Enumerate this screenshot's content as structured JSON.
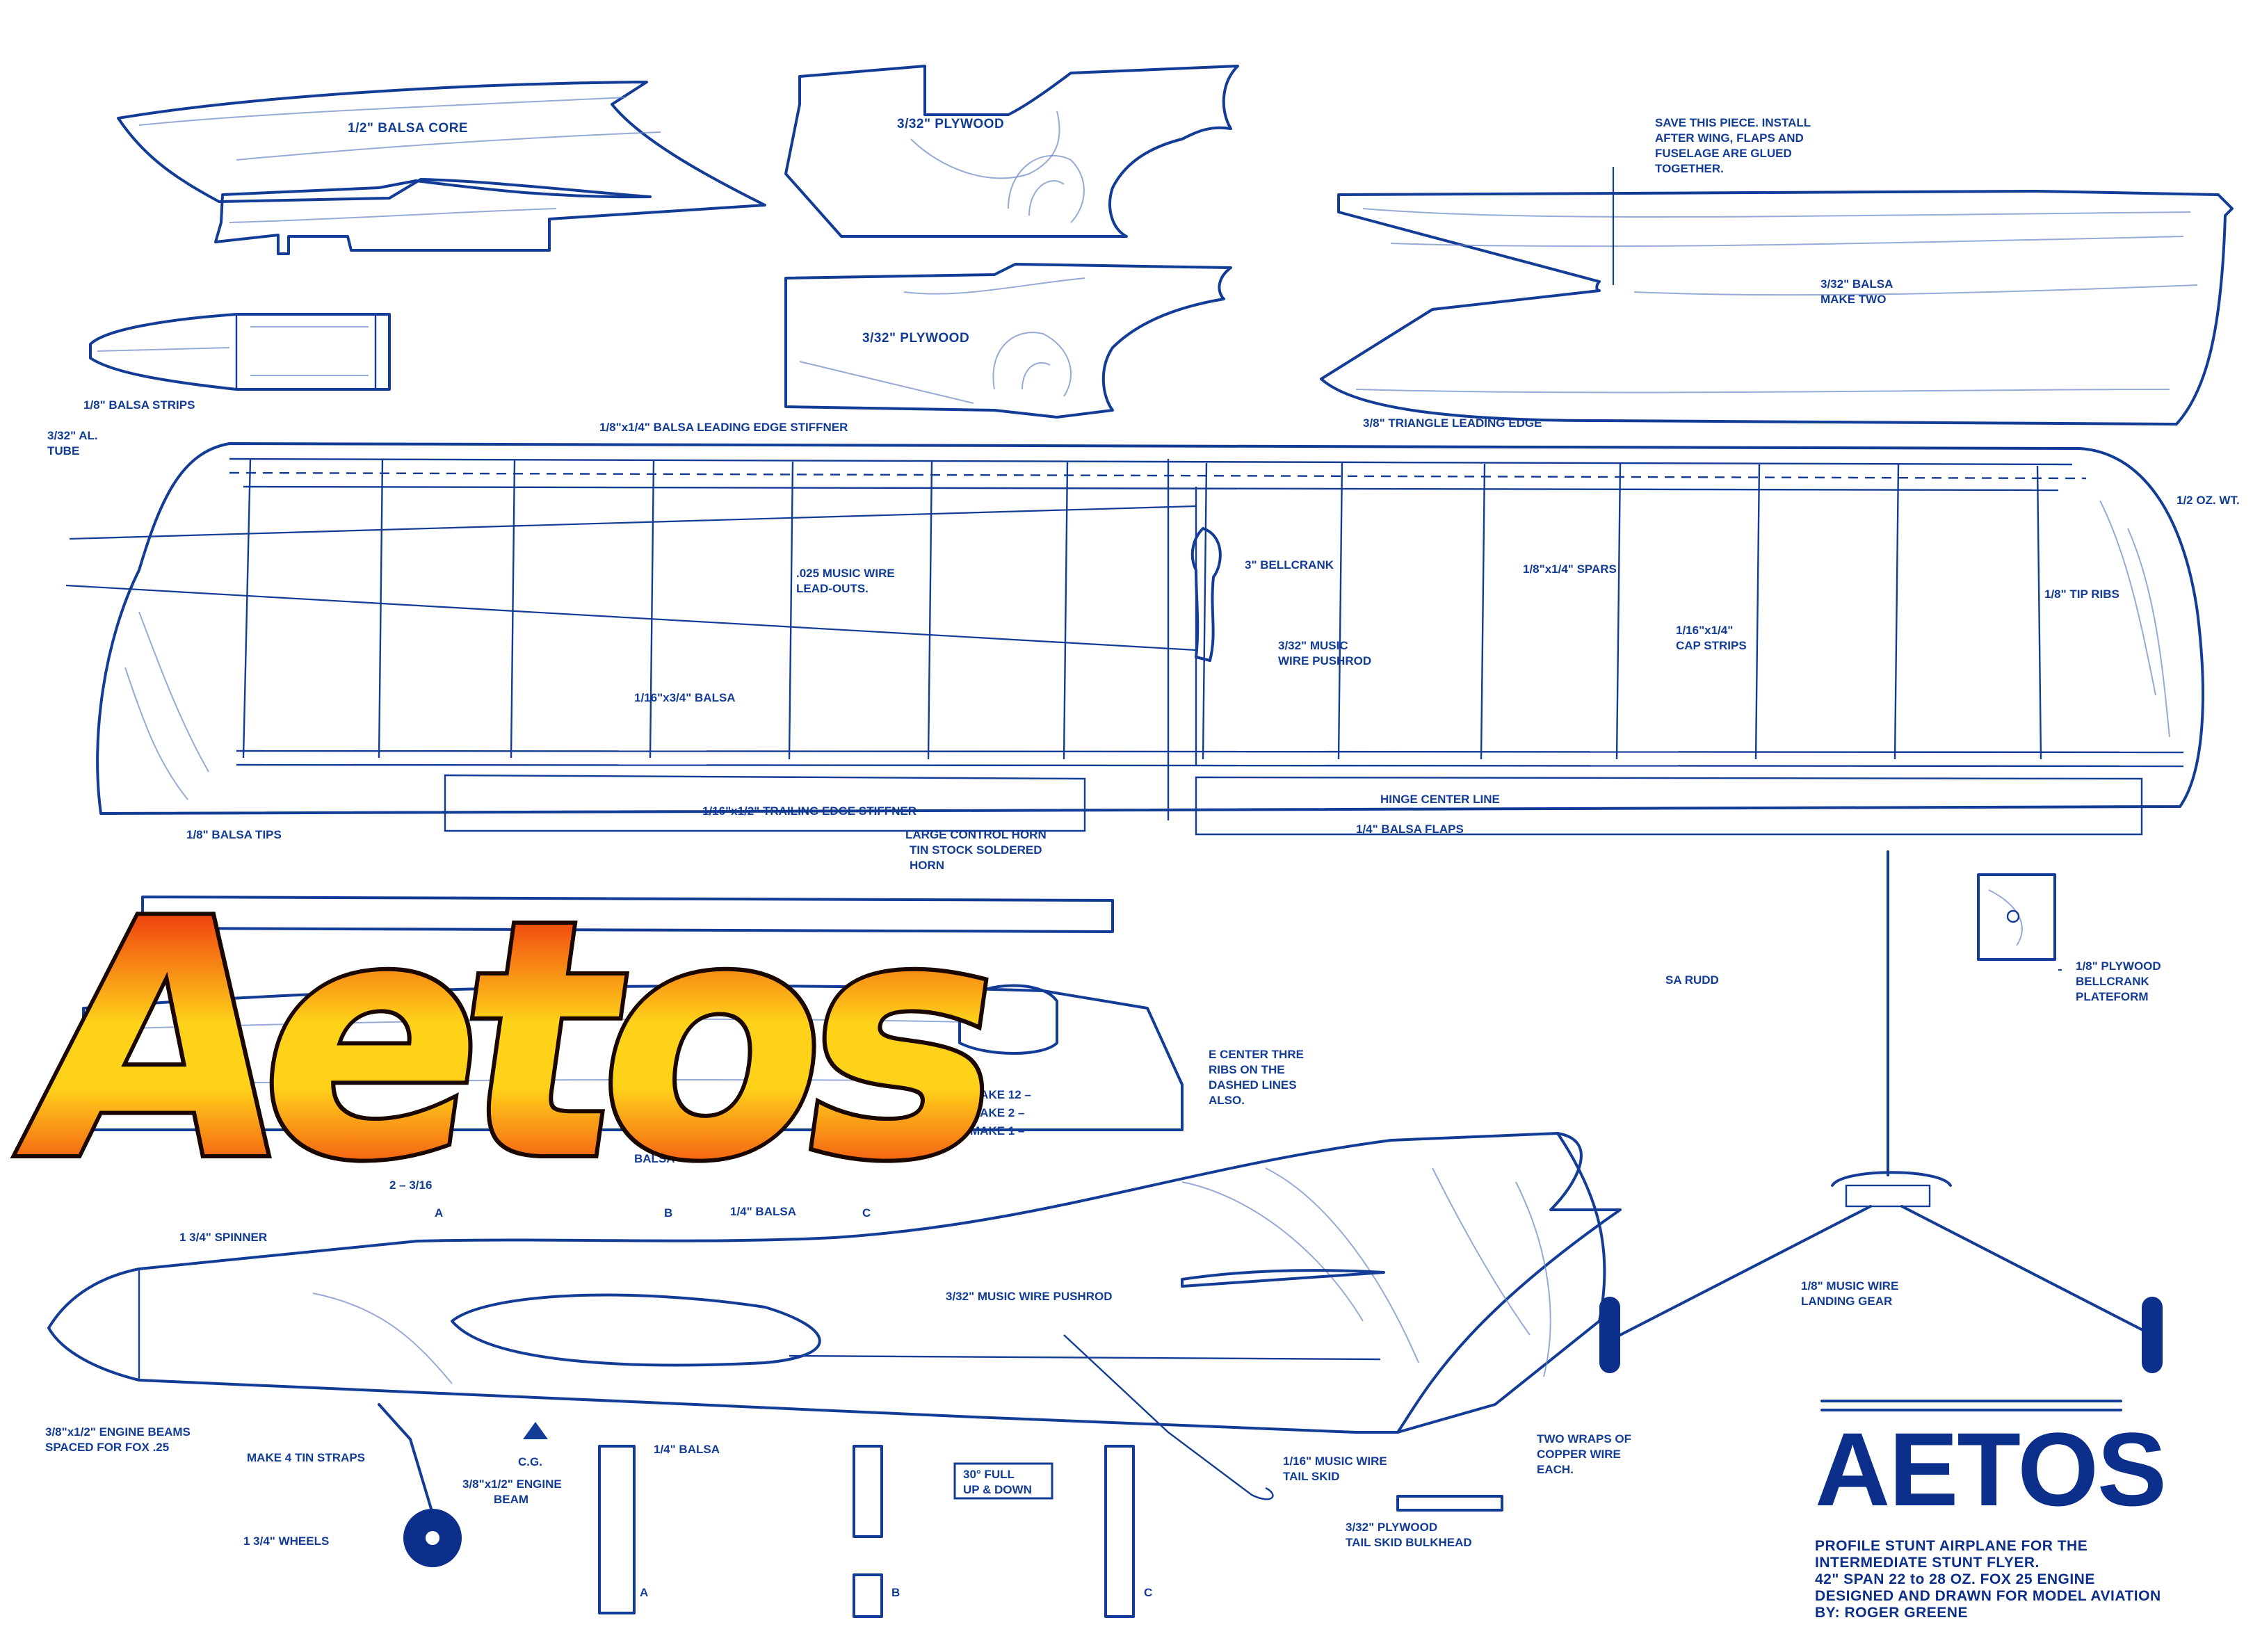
{
  "labels": {
    "balsa_core": "1/2\" BALSA CORE",
    "plywood_top": "3/32\" PLYWOOD",
    "plywood_bottom": "3/32\" PLYWOOD",
    "save_piece_1": "SAVE THIS PIECE. INSTALL",
    "save_piece_2": "AFTER WING, FLAPS AND",
    "save_piece_3": "FUSELAGE ARE GLUED",
    "save_piece_4": "TOGETHER.",
    "balsa_make_two_1": "3/32\" BALSA",
    "balsa_make_two_2": "MAKE TWO",
    "balsa_strips": "1/8\" BALSA STRIPS",
    "al_tube_1": "3/32\" AL.",
    "al_tube_2": "TUBE",
    "le_stiffner": "1/8\"x1/4\" BALSA LEADING EDGE STIFFNER",
    "triangle_le": "3/8\" TRIANGLE LEADING EDGE",
    "half_oz": "1/2 OZ. WT.",
    "music_wire_1": ".025 MUSIC WIRE",
    "music_wire_2": "LEAD-OUTS.",
    "bellcrank": "3\" BELLCRANK",
    "spars": "1/8\"x1/4\" SPARS",
    "tip_ribs": "1/8\" TIP RIBS",
    "cap_strips_1": "1/16\"x1/4\"",
    "cap_strips_2": "CAP STRIPS",
    "balsa_116x34": "1/16\"x3/4\" BALSA",
    "pushrod_1": "3/32\" MUSIC",
    "pushrod_2": "WIRE PUSHROD",
    "te_stiffner": "1/16\"x1/2\" TRAILING EDGE STIFFNER",
    "hinge": "HINGE CENTER LINE",
    "balsa_tips": "1/8\" BALSA TIPS",
    "control_horn": "LARGE CONTROL HORN",
    "balsa_flaps": "1/4\" BALSA FLAPS",
    "tin_stock_1": "TIN STOCK SOLDERED",
    "tin_stock_2": "HORN",
    "balsa_rudd": "SA RUDD",
    "ply_plateform_1": "1/8\" PLYWOOD",
    "ply_plateform_2": "BELLCRANK",
    "ply_plateform_3": "PLATEFORM",
    "make_12": "MAKE 12 –",
    "make_2": "MAKE 2 –",
    "make_1": "MAKE 1 –",
    "center_three_1": "E CENTER THRE",
    "center_three_2": "RIBS ON THE",
    "center_three_3": "DASHED LINES",
    "center_three_4": "ALSO.",
    "horn_frag": "ORN",
    "balsa_frag": "BALSA",
    "bolts_frag": "2 – 3/16",
    "spinner": "1 3/4\" SPINNER",
    "station_a": "A",
    "station_b": "B",
    "station_c": "C",
    "balsa_quarter_top": "1/4\" BALSA",
    "fuse_pushrod": "3/32\" MUSIC WIRE PUSHROD",
    "landing_gear_1": "1/8\" MUSIC WIRE",
    "landing_gear_2": "LANDING GEAR",
    "engine_beams_1": "3/8\"x1/2\" ENGINE BEAMS",
    "engine_beams_2": "SPACED FOR FOX .25",
    "tin_straps": "MAKE 4 TIN STRAPS",
    "cg": "C.G.",
    "engine_beam_1": "3/8\"x1/2\" ENGINE",
    "engine_beam_2": "BEAM",
    "balsa_quarter_bottom": "1/4\" BALSA",
    "full_updown_1": "30° FULL",
    "full_updown_2": "UP & DOWN",
    "tail_skid_1": "1/16\" MUSIC WIRE",
    "tail_skid_2": "TAIL SKID",
    "copper_1": "TWO WRAPS OF",
    "copper_2": "COPPER WIRE",
    "copper_3": "EACH.",
    "bulkhead_1": "3/32\" PLYWOOD",
    "bulkhead_2": "TAIL SKID BULKHEAD",
    "wheels": "1 3/4\" WHEELS",
    "sec_a": "A",
    "sec_b": "B",
    "sec_c": "C"
  },
  "title": {
    "name": "AETOS",
    "line1": "PROFILE STUNT AIRPLANE FOR THE",
    "line2": "INTERMEDIATE STUNT FLYER.",
    "line3": "42\" SPAN   22 to 28 OZ.  FOX 25 ENGINE",
    "line4": "DESIGNED AND DRAWN FOR MODEL AVIATION",
    "line5": "BY: ROGER GREENE"
  },
  "logo_text": "Aetos",
  "colors": {
    "ink": "#123c96",
    "logo_top": "#d8120c",
    "logo_mid": "#ffd21a",
    "logo_bottom": "#e8200c"
  }
}
